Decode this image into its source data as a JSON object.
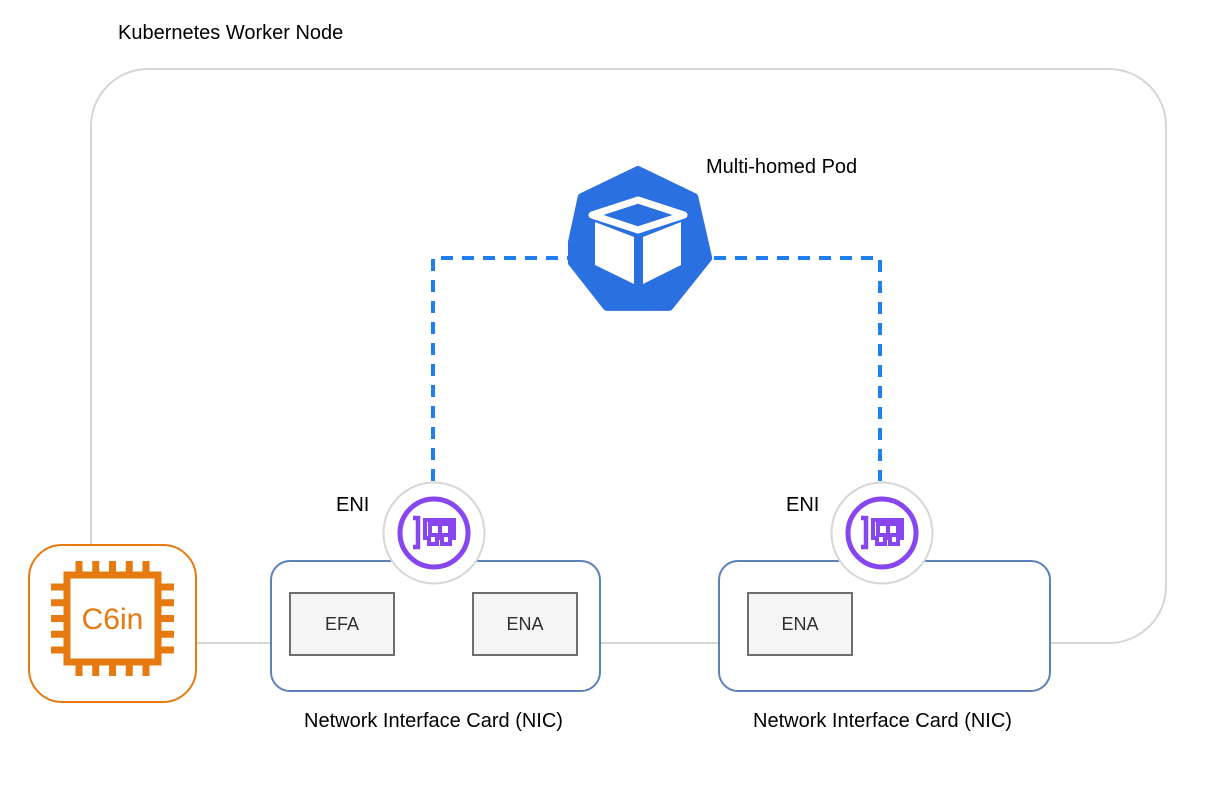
{
  "title": "Kubernetes Worker Node",
  "pod": {
    "label": "Multi-homed Pod",
    "icon": "kubernetes-pod-icon"
  },
  "eni_left": {
    "label": "ENI",
    "icon": "network-interface-icon"
  },
  "eni_right": {
    "label": "ENI",
    "icon": "network-interface-icon"
  },
  "nic_left": {
    "label": "Network Interface Card (NIC)",
    "adapters": {
      "efa": "EFA",
      "ena": "ENA"
    }
  },
  "nic_right": {
    "label": "Network Interface Card (NIC)",
    "adapters": {
      "ena": "ENA"
    }
  },
  "instance": {
    "label": "C6in",
    "icon": "cpu-chip-icon"
  },
  "colors": {
    "pod_blue": "#2b70e0",
    "dashed_link_blue": "#1e80f0",
    "eni_purple": "#8746f0",
    "nic_border_blue": "#5c81b8",
    "instance_orange": "#e6790f",
    "boundary_gray": "#d5d5d5",
    "adapter_fill": "#f5f5f5",
    "adapter_border": "#6e6e6e"
  }
}
